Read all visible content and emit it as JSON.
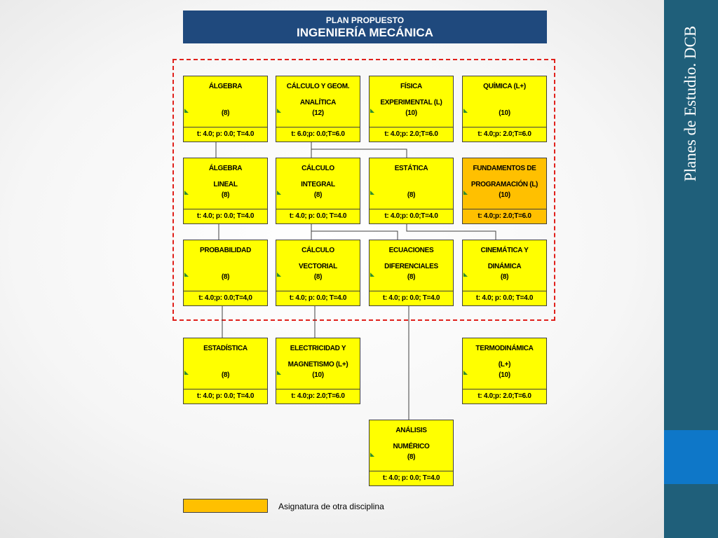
{
  "header": {
    "subtitle": "PLAN PROPUESTO",
    "title": "INGENIERÍA MECÁNICA"
  },
  "sidebar": {
    "title": "Planes de Estudio. DCB"
  },
  "legend": {
    "label": "Asignatura de otra disciplina",
    "color": "#ffc000"
  },
  "colors": {
    "course": "#ffff00",
    "other_discipline": "#ffc000",
    "header": "#1f497d",
    "dashed_border": "#e0201b"
  },
  "courses": {
    "algebra": {
      "name1": "ÁLGEBRA",
      "name2": "",
      "credits": "(8)",
      "hours": "t: 4.0; p: 0.0; T=4.0"
    },
    "calculo_geom": {
      "name1": "CÁLCULO Y GEOM.",
      "name2": "ANALÍTICA",
      "credits": "(12)",
      "hours": "t: 6.0;p: 0.0;T=6.0"
    },
    "fisica": {
      "name1": "FÍSICA",
      "name2": "EXPERIMENTAL (L)",
      "credits": "(10)",
      "hours": "t: 4.0;p: 2.0;T=6.0"
    },
    "quimica": {
      "name1": "QUÍMICA (L+)",
      "name2": "",
      "credits": "(10)",
      "hours": "t: 4.0;p: 2.0;T=6.0"
    },
    "algebra_lineal": {
      "name1": "ÁLGEBRA",
      "name2": "LINEAL",
      "credits": "(8)",
      "hours": "t: 4.0; p: 0.0; T=4.0"
    },
    "calculo_integral": {
      "name1": "CÁLCULO",
      "name2": "INTEGRAL",
      "credits": "(8)",
      "hours": "t: 4.0; p: 0.0; T=4.0"
    },
    "estatica": {
      "name1": "ESTÁTICA",
      "name2": "",
      "credits": "(8)",
      "hours": "t: 4.0;p: 0.0;T=4.0"
    },
    "fundamentos": {
      "name1": "FUNDAMENTOS DE",
      "name2": "PROGRAMACIÓN (L)",
      "credits": "(10)",
      "hours": "t: 4.0;p: 2.0;T=6.0"
    },
    "probabilidad": {
      "name1": "PROBABILIDAD",
      "name2": "",
      "credits": "(8)",
      "hours": "t: 4.0;p: 0.0;T=4,0"
    },
    "calculo_vectorial": {
      "name1": "CÁLCULO",
      "name2": "VECTORIAL",
      "credits": "(8)",
      "hours": "t: 4.0; p: 0.0; T=4.0"
    },
    "ecuaciones": {
      "name1": "ECUACIONES",
      "name2": "DIFERENCIALES",
      "credits": "(8)",
      "hours": "t: 4.0; p: 0.0; T=4.0"
    },
    "cinematica": {
      "name1": "CINEMÁTICA Y",
      "name2": "DINÁMICA",
      "credits": "(8)",
      "hours": "t: 4.0; p: 0.0; T=4.0"
    },
    "estadistica": {
      "name1": "ESTADÍSTICA",
      "name2": "",
      "credits": "(8)",
      "hours": "t: 4.0; p: 0.0; T=4.0"
    },
    "electricidad": {
      "name1": "ELECTRICIDAD Y",
      "name2": "MAGNETISMO (L+)",
      "credits": "(10)",
      "hours": "t: 4.0;p: 2.0;T=6.0"
    },
    "termodinamica": {
      "name1": "TERMODINÁMICA",
      "name2": "(L+)",
      "credits": "(10)",
      "hours": "t: 4.0;p: 2.0;T=6.0"
    },
    "analisis": {
      "name1": "ANÁLISIS",
      "name2": "NUMÉRICO",
      "credits": "(8)",
      "hours": "t: 4.0; p: 0.0; T=4.0"
    }
  }
}
